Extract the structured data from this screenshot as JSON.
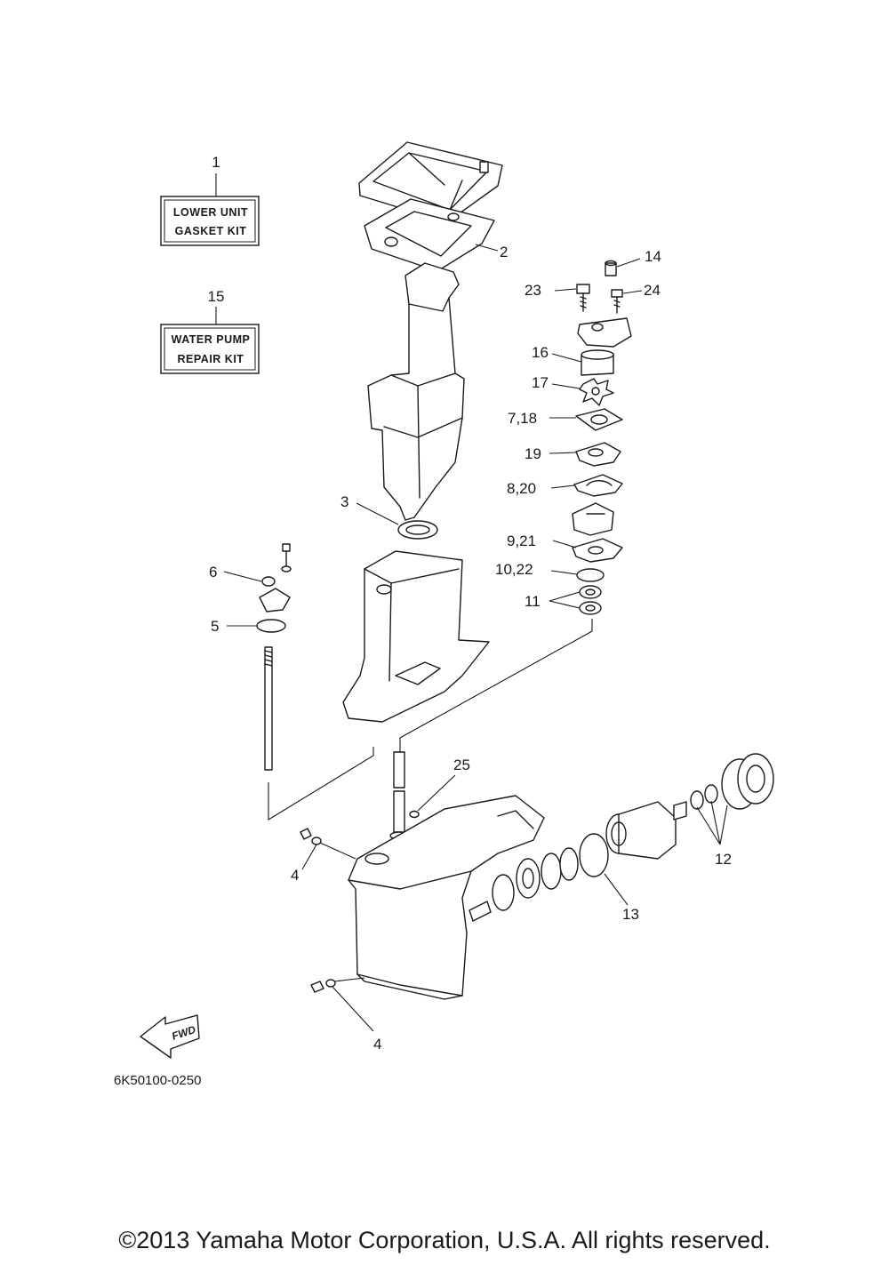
{
  "kits": {
    "lower_unit": {
      "number": "1",
      "line1": "LOWER UNIT",
      "line2": "GASKET KIT"
    },
    "water_pump": {
      "number": "15",
      "line1": "WATER PUMP",
      "line2": "REPAIR KIT"
    }
  },
  "callouts": {
    "c2": "2",
    "c3": "3",
    "c4a": "4",
    "c4b": "4",
    "c5": "5",
    "c6": "6",
    "c7_18": "7,18",
    "c8_20": "8,20",
    "c9_21": "9,21",
    "c10_22": "10,22",
    "c11": "11",
    "c12": "12",
    "c13": "13",
    "c14": "14",
    "c16": "16",
    "c17": "17",
    "c19": "19",
    "c23": "23",
    "c24": "24",
    "c25": "25"
  },
  "fwd_label": "FWD",
  "diagram_code": "6K50100-0250",
  "copyright": "©2013 Yamaha Motor Corporation, U.S.A. All rights reserved."
}
